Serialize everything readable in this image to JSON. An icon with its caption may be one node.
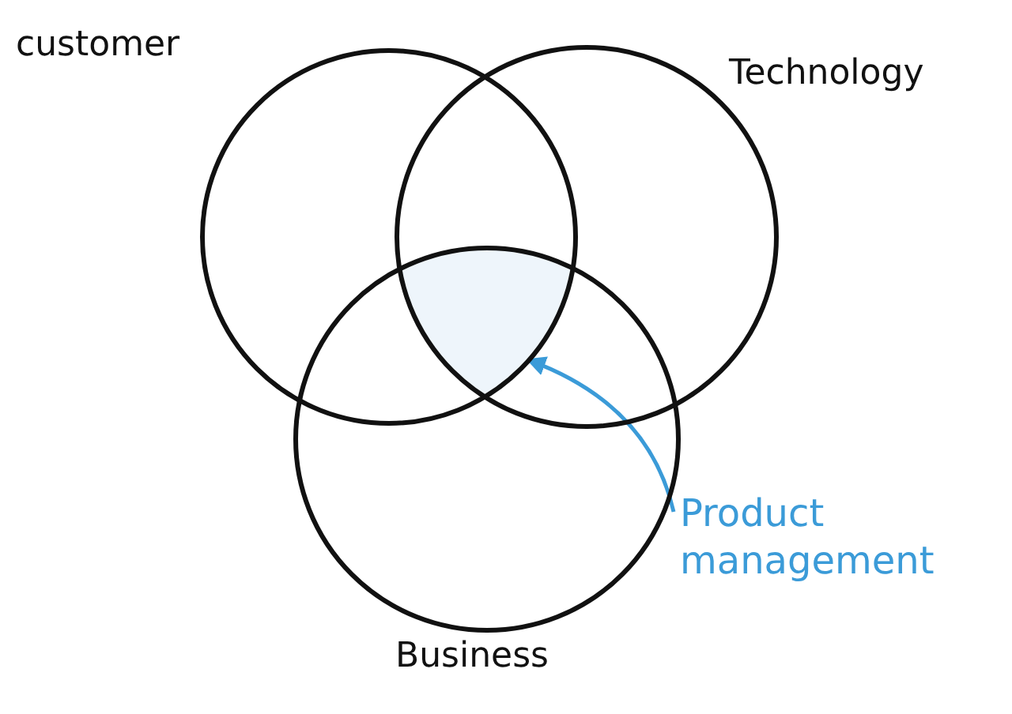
{
  "diagram": {
    "nodes": [
      {
        "text": [
          "customer"
        ]
      },
      {
        "text": [
          "Technology"
        ]
      },
      {
        "text": [
          "Business"
        ]
      },
      {
        "text": [
          "Product management"
        ]
      },
      {
        "text": [],
        "shape": "region"
      }
    ],
    "edges": [
      {
        "from": 3,
        "to": 4,
        "arrow": "to",
        "color": "#3b9bd8"
      }
    ]
  }
}
